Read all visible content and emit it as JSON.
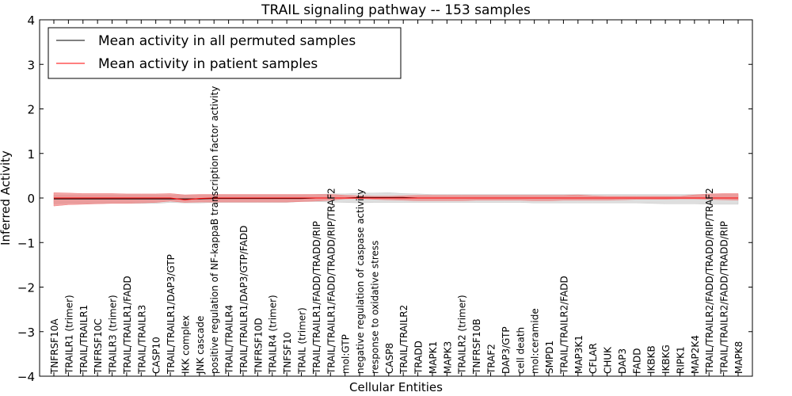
{
  "chart_data": {
    "type": "line",
    "title": "TRAIL signaling pathway -- 153 samples",
    "xlabel": "Cellular Entities",
    "ylabel": "Inferred Activity",
    "ylim": [
      -4,
      4
    ],
    "yticks": [
      -4,
      -3,
      -2,
      -1,
      0,
      1,
      2,
      3,
      4
    ],
    "ytick_labels": [
      "−4",
      "−3",
      "−2",
      "−1",
      "0",
      "1",
      "2",
      "3",
      "4"
    ],
    "grid": false,
    "legend_position": "top-left",
    "categories": [
      "TNFRSF10A",
      "TRAILR1 (trimer)",
      "TRAIL/TRAILR1",
      "TNFRSF10C",
      "TRAILR3 (trimer)",
      "TRAIL/TRAILR1/FADD",
      "TRAIL/TRAILR3",
      "CASP10",
      "TRAIL/TRAILR1/DAP3/GTP",
      "IKK complex",
      "JNK cascade",
      "positive regulation of NF-kappaB transcription factor activity",
      "TRAIL/TRAILR4",
      "TRAIL/TRAILR1/DAP3/GTP/FADD",
      "TNFRSF10D",
      "TRAILR4 (trimer)",
      "TNFSF10",
      "TRAIL (trimer)",
      "TRAIL/TRAILR1/FADD/TRADD/RIP",
      "TRAIL/TRAILR1/FADD/TRADD/RIP/TRAF2",
      "mol:GTP",
      "negative regulation of caspase activity",
      "response to oxidative stress",
      "CASP8",
      "TRAIL/TRAILR2",
      "TRADD",
      "MAPK1",
      "MAPK3",
      "TRAILR2 (trimer)",
      "TNFRSF10B",
      "TRAF2",
      "DAP3/GTP",
      "cell death",
      "mol:ceramide",
      "SMPD1",
      "TRAIL/TRAILR2/FADD",
      "MAP3K1",
      "CFLAR",
      "CHUK",
      "DAP3",
      "FADD",
      "IKBKB",
      "IKBKG",
      "RIPK1",
      "MAP2K4",
      "TRAIL/TRAILR2/FADD/TRADD/RIP/TRAF2",
      "TRAIL/TRAILR2/FADD/TRADD/RIP",
      "MAPK8"
    ],
    "series": [
      {
        "name": "Mean activity in all permuted samples",
        "color": "#000000",
        "band_color": "#c8c8c8",
        "values": [
          -0.02,
          -0.02,
          -0.02,
          -0.02,
          -0.02,
          -0.02,
          -0.02,
          -0.02,
          -0.02,
          -0.02,
          -0.02,
          -0.01,
          -0.01,
          -0.01,
          -0.01,
          -0.01,
          -0.01,
          -0.01,
          0.0,
          0.0,
          0.0,
          0.01,
          0.01,
          0.01,
          0.01,
          0.0,
          0.0,
          0.0,
          0.0,
          0.0,
          0.0,
          0.0,
          0.0,
          0.0,
          0.0,
          0.0,
          0.0,
          0.0,
          0.0,
          0.0,
          0.0,
          0.0,
          0.0,
          0.0,
          0.0,
          0.0,
          0.0,
          0.0
        ],
        "lower": [
          -0.13,
          -0.12,
          -0.12,
          -0.12,
          -0.12,
          -0.12,
          -0.12,
          -0.12,
          -0.1,
          -0.11,
          -0.11,
          -0.1,
          -0.1,
          -0.1,
          -0.1,
          -0.1,
          -0.1,
          -0.08,
          -0.08,
          -0.09,
          -0.1,
          -0.11,
          -0.1,
          -0.1,
          -0.1,
          -0.1,
          -0.1,
          -0.1,
          -0.1,
          -0.1,
          -0.1,
          -0.1,
          -0.1,
          -0.11,
          -0.11,
          -0.11,
          -0.11,
          -0.11,
          -0.11,
          -0.11,
          -0.11,
          -0.12,
          -0.13,
          -0.13,
          -0.13,
          -0.14,
          -0.14,
          -0.14
        ],
        "upper": [
          0.07,
          0.07,
          0.07,
          0.07,
          0.07,
          0.07,
          0.07,
          0.07,
          0.07,
          0.07,
          0.07,
          0.07,
          0.07,
          0.07,
          0.07,
          0.07,
          0.07,
          0.07,
          0.08,
          0.09,
          0.09,
          0.11,
          0.11,
          0.12,
          0.1,
          0.09,
          0.08,
          0.08,
          0.08,
          0.08,
          0.08,
          0.08,
          0.08,
          0.08,
          0.08,
          0.08,
          0.08,
          0.08,
          0.08,
          0.08,
          0.08,
          0.08,
          0.08,
          0.08,
          0.08,
          0.08,
          0.08,
          0.08
        ]
      },
      {
        "name": "Mean activity in patient samples",
        "color": "#ff0000",
        "band_color": "#f08080",
        "values": [
          0.0,
          0.0,
          0.0,
          0.0,
          0.0,
          0.0,
          0.0,
          0.0,
          0.0,
          -0.04,
          -0.01,
          0.0,
          0.0,
          0.0,
          0.0,
          0.0,
          0.0,
          0.0,
          0.0,
          0.0,
          0.0,
          0.0,
          0.0,
          0.0,
          0.0,
          0.0,
          0.0,
          0.0,
          0.0,
          0.0,
          0.0,
          0.0,
          0.0,
          0.0,
          0.0,
          0.0,
          0.0,
          0.0,
          0.0,
          0.0,
          0.0,
          0.0,
          0.0,
          0.0,
          0.0,
          0.0,
          0.0,
          0.0
        ],
        "lower": [
          -0.18,
          -0.15,
          -0.14,
          -0.13,
          -0.12,
          -0.12,
          -0.11,
          -0.1,
          -0.07,
          -0.1,
          -0.09,
          -0.09,
          -0.09,
          -0.09,
          -0.09,
          -0.09,
          -0.09,
          -0.08,
          -0.07,
          -0.05,
          -0.02,
          -0.01,
          -0.03,
          -0.04,
          -0.05,
          -0.06,
          -0.06,
          -0.06,
          -0.06,
          -0.05,
          -0.05,
          -0.05,
          -0.05,
          -0.06,
          -0.06,
          -0.05,
          -0.05,
          -0.05,
          -0.05,
          -0.04,
          -0.03,
          -0.03,
          -0.03,
          -0.02,
          -0.02,
          -0.03,
          -0.04,
          -0.05
        ],
        "upper": [
          0.12,
          0.11,
          0.1,
          0.1,
          0.1,
          0.09,
          0.09,
          0.09,
          0.1,
          0.07,
          0.08,
          0.08,
          0.08,
          0.08,
          0.08,
          0.08,
          0.08,
          0.08,
          0.08,
          0.08,
          0.06,
          0.05,
          0.04,
          0.04,
          0.05,
          0.06,
          0.06,
          0.06,
          0.06,
          0.06,
          0.06,
          0.06,
          0.06,
          0.06,
          0.06,
          0.06,
          0.07,
          0.05,
          0.04,
          0.04,
          0.04,
          0.04,
          0.04,
          0.04,
          0.07,
          0.09,
          0.1,
          0.1
        ]
      }
    ]
  }
}
